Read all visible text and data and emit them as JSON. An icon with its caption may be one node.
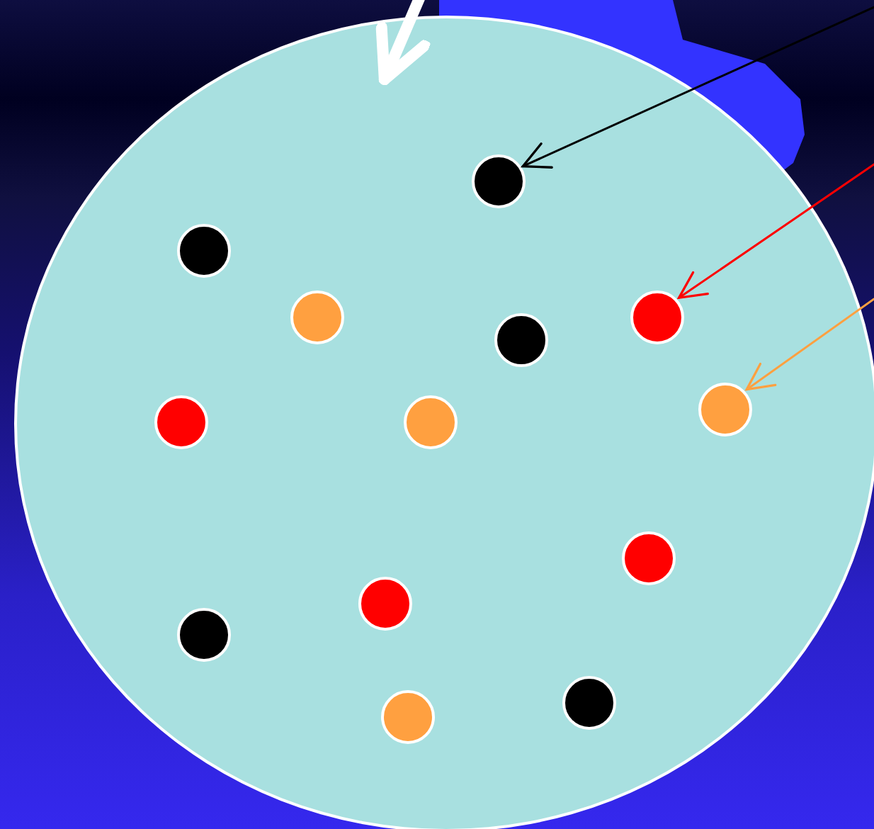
{
  "diagram": {
    "nodes": [
      {
        "text": [],
        "shape": "circle"
      },
      {
        "text": [],
        "shape": "circle",
        "in": 0
      },
      {
        "text": [],
        "shape": "circle",
        "in": 0
      },
      {
        "text": [],
        "shape": "circle",
        "in": 0
      },
      {
        "text": [],
        "shape": "circle",
        "in": 0
      },
      {
        "text": [],
        "shape": "circle",
        "in": 0
      },
      {
        "text": [],
        "shape": "circle",
        "in": 0
      },
      {
        "text": [],
        "shape": "circle",
        "in": 0
      },
      {
        "text": [],
        "shape": "circle",
        "in": 0
      },
      {
        "text": [],
        "shape": "circle",
        "in": 0
      },
      {
        "text": [],
        "shape": "circle",
        "in": 0
      },
      {
        "text": [],
        "shape": "circle",
        "in": 0
      },
      {
        "text": [],
        "shape": "circle",
        "in": 0
      },
      {
        "text": [],
        "shape": "circle",
        "in": 0
      }
    ],
    "edges": [
      {
        "from": null,
        "to": 0,
        "arrow": "to",
        "style": "thick",
        "color": "#ffffff"
      },
      {
        "from": null,
        "to": 1,
        "arrow": "to",
        "color": "#000000"
      },
      {
        "from": null,
        "to": 4,
        "arrow": "to",
        "color": "#ff0000"
      },
      {
        "from": null,
        "to": 6,
        "arrow": "to",
        "color": "#ffa040"
      }
    ]
  }
}
